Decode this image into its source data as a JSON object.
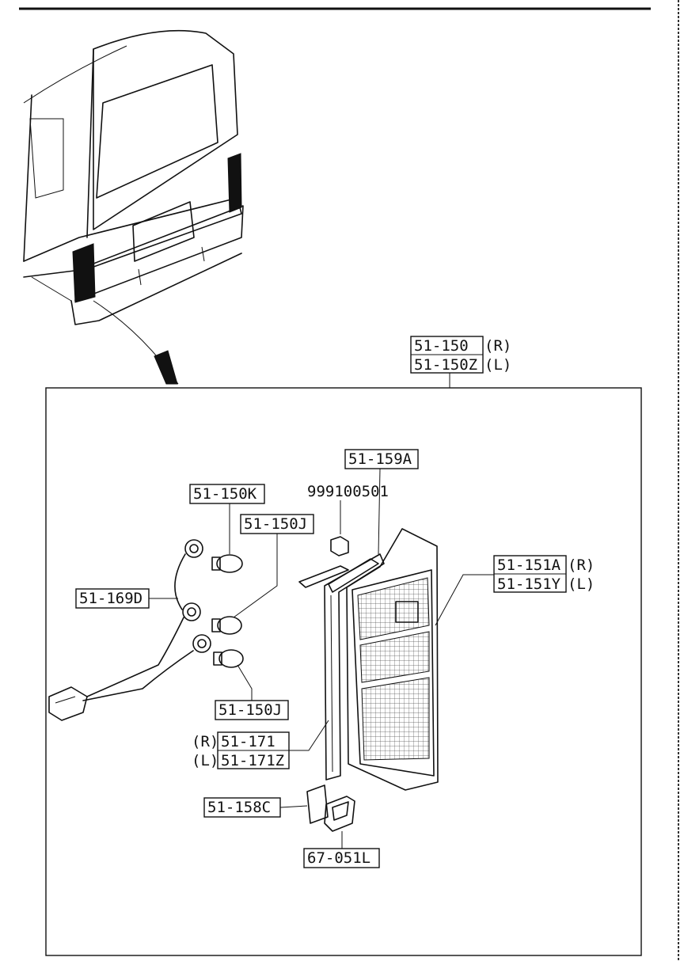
{
  "parts": {
    "assembly_r": "51-150",
    "assembly_r_side": "(R)",
    "assembly_l": "51-150Z",
    "assembly_l_side": "(L)",
    "lens_gasket": "51-159A",
    "screw": "999100501",
    "bulb_k": "51-150K",
    "bulb_j_upper": "51-150J",
    "bulb_j_lower": "51-150J",
    "wiring": "51-169D",
    "lens_r": "51-151A",
    "lens_r_side": "(R)",
    "lens_l": "51-151Y",
    "lens_l_side": "(L)",
    "gasket_r_side": "(R)",
    "gasket_r": "51-171",
    "gasket_l_side": "(L)",
    "gasket_l": "51-171Z",
    "clip": "51-158C",
    "bracket": "67-051L"
  }
}
